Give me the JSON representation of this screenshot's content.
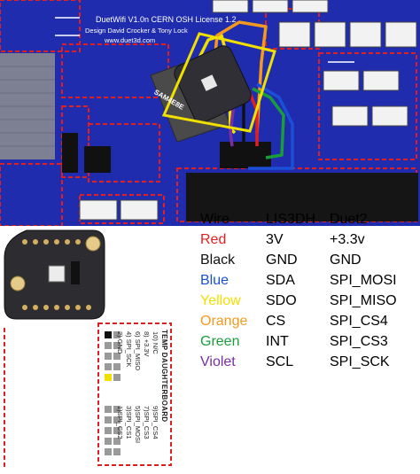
{
  "board": {
    "silkscreen_title": "DuetWifi V1.0n CERN OSH License 1.2",
    "silkscreen_design": "Design David Crocker & Tony Lock",
    "silkscreen_url": "www.duet3d.com",
    "chip_label": "SAM4E8E",
    "colors": {
      "pcb": "#1f2cae",
      "outline": "#e02020",
      "pad": "#d8d8d8",
      "sensor": "#333333"
    }
  },
  "table": {
    "header": {
      "wire": "Wire",
      "lis": "LIS3DH",
      "duet": "Duet2"
    },
    "rows": [
      {
        "wire": "Red",
        "lis": "3V",
        "duet": "+3.3v",
        "color": "#e02020"
      },
      {
        "wire": "Black",
        "lis": "GND",
        "duet": "GND",
        "color": "#111111"
      },
      {
        "wire": "Blue",
        "lis": "SDA",
        "duet": "SPI_MOSI",
        "color": "#1a4fd6"
      },
      {
        "wire": "Yellow",
        "lis": "SDO",
        "duet": "SPI_MISO",
        "color": "#f0e000"
      },
      {
        "wire": "Orange",
        "lis": "CS",
        "duet": "SPI_CS4",
        "color": "#f39a1e"
      },
      {
        "wire": "Green",
        "lis": "INT",
        "duet": "SPI_CS3",
        "color": "#1a9c3a"
      },
      {
        "wire": "Violet",
        "lis": "SCL",
        "duet": "SPI_SCK",
        "color": "#7a2ea0"
      }
    ]
  },
  "header": {
    "title": "TEMP DAUGHTERBOARD",
    "left_pins": [
      "2) GND",
      "4) SPI_SCK",
      "6) SPI_MISO",
      "8) +3.3V",
      "10) N/C"
    ],
    "right_pins": [
      "1)SPI_CS2",
      "3)SPI_CS1",
      "5)SPI_MOSI",
      "7)SPI_CS3",
      "9)SPI_CS4"
    ]
  }
}
